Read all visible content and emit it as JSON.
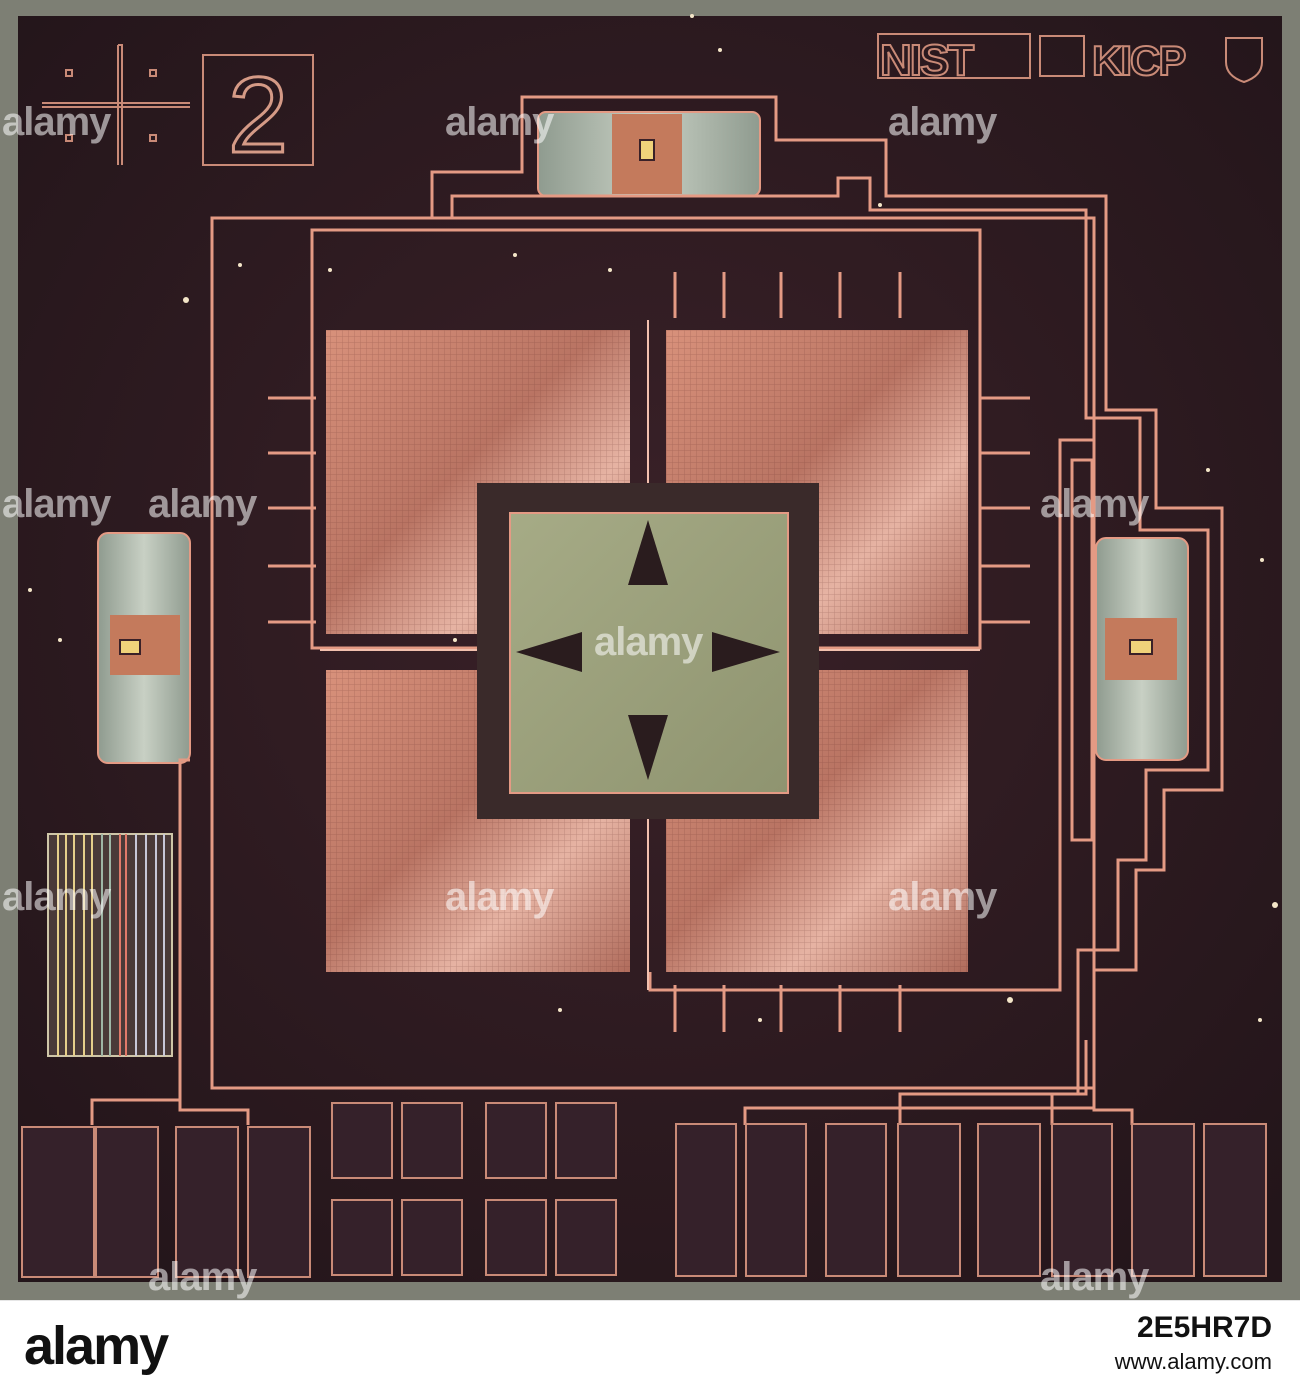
{
  "chip": {
    "die_number": "2",
    "logo_nist": "NIST",
    "logo_kicp": "KICP"
  },
  "watermark": {
    "text": "alamy"
  },
  "footer": {
    "logo": "alamy",
    "image_id": "2E5HR7D",
    "url": "www.alamy.com"
  },
  "colors": {
    "die_background": "#2d1a1f",
    "copper_line": "#e49a84",
    "metal_pad": "#c9826e",
    "center_green": "#9aa07b",
    "outer_frame": "#7d7f74"
  }
}
